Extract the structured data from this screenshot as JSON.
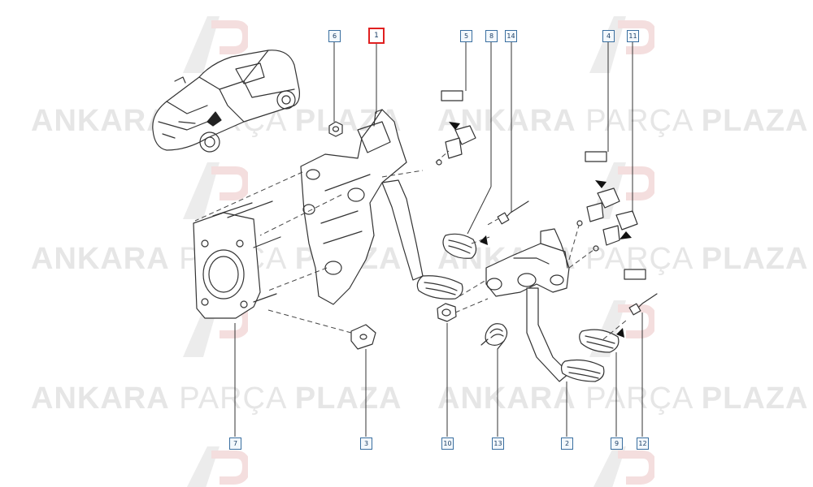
{
  "watermark": {
    "part1": "ANKARA",
    "part2": "PARÇA",
    "part3": "PLAZA"
  },
  "callouts": [
    {
      "id": "c6",
      "label": "6"
    },
    {
      "id": "c1",
      "label": "1",
      "selected": true
    },
    {
      "id": "c5",
      "label": "5"
    },
    {
      "id": "c8",
      "label": "8"
    },
    {
      "id": "c14",
      "label": "14"
    },
    {
      "id": "c4",
      "label": "4"
    },
    {
      "id": "c11",
      "label": "11"
    },
    {
      "id": "c7",
      "label": "7"
    },
    {
      "id": "c3",
      "label": "3"
    },
    {
      "id": "c10",
      "label": "10"
    },
    {
      "id": "c13",
      "label": "13"
    },
    {
      "id": "c2",
      "label": "2"
    },
    {
      "id": "c9",
      "label": "9"
    },
    {
      "id": "c12",
      "label": "12"
    }
  ],
  "colors": {
    "callout_border": "#3a6fa0",
    "selected_border": "#e02020",
    "watermark": "#e6e6e6",
    "line": "#333333"
  }
}
